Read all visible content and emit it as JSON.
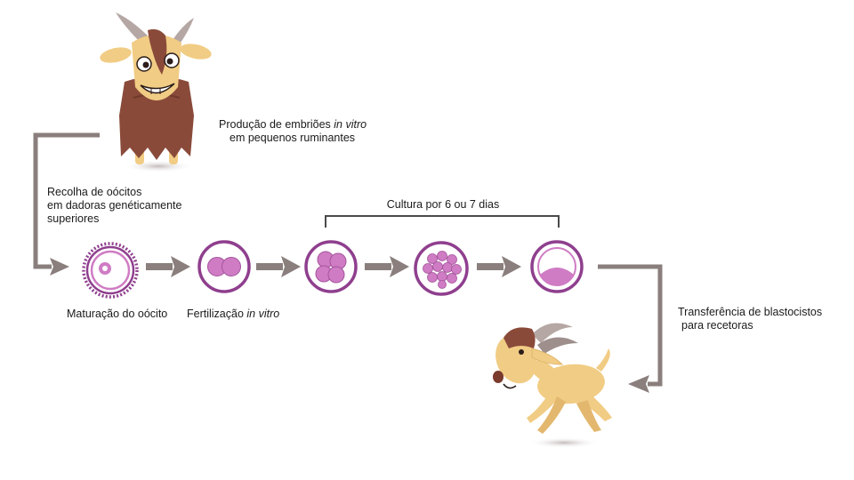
{
  "title": {
    "line1_prefix": "Produção de embriões ",
    "line1_italic": "in vitro",
    "line2": "em pequenos ruminantes"
  },
  "collection": {
    "line1": "Recolha de oócitos",
    "line2": "em dadoras genéticamente",
    "line3": "superiores"
  },
  "culture_label": "Cultura por 6 ou 7 dias",
  "stages": {
    "maturation": "Maturação do oócito",
    "fertilization_prefix": "Fertilização ",
    "fertilization_italic": "in vitro"
  },
  "transfer": {
    "line1": "Transferência de blastocistos",
    "line2": "para recetoras"
  },
  "colors": {
    "arrow": "#8a7f7d",
    "cell_ring": "#8f3f8e",
    "cell_fill": "#cf7cc4",
    "goat_fur_brown": "#8a4a3a",
    "goat_tan": "#f1cc84"
  }
}
